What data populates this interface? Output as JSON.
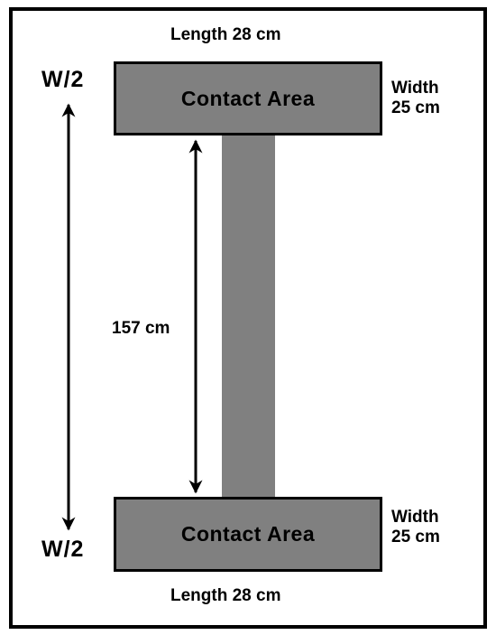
{
  "top_pad": {
    "label": "Contact Area",
    "length_label": "Length 28 cm",
    "width_label_line1": "Width",
    "width_label_line2": "25 cm",
    "load_label": "W/2"
  },
  "bottom_pad": {
    "label": "Contact Area",
    "length_label": "Length 28 cm",
    "width_label_line1": "Width",
    "width_label_line2": "25 cm",
    "load_label": "W/2"
  },
  "spacing_label": "157 cm",
  "colors": {
    "pad_fill": "#808080",
    "outline": "#000000",
    "background": "#ffffff"
  }
}
